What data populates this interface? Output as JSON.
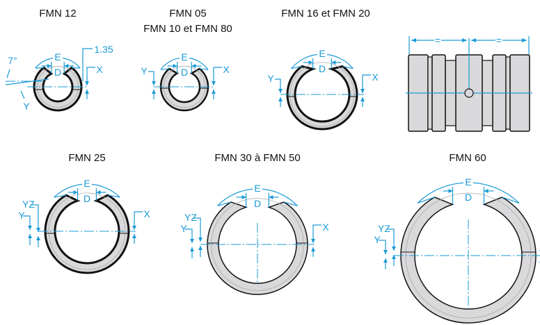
{
  "titles": {
    "fmn12": "FMN 12",
    "fmn05_line1": "FMN 05",
    "fmn05_line2": "FMN 10 et FMN 80",
    "fmn16": "FMN 16 et FMN 20",
    "fmn25": "FMN 25",
    "fmn30": "FMN 30 à FMN 50",
    "fmn60": "FMN 60"
  },
  "labels": {
    "E": "E",
    "D": "D",
    "X": "X",
    "Y": "Y",
    "YZ": "YZ",
    "offset": "1.35",
    "angle": "7°",
    "equal": "="
  },
  "colors": {
    "dimension": "#1a9ad6",
    "part_fill": "#d9d9db",
    "outline": "#111111"
  }
}
